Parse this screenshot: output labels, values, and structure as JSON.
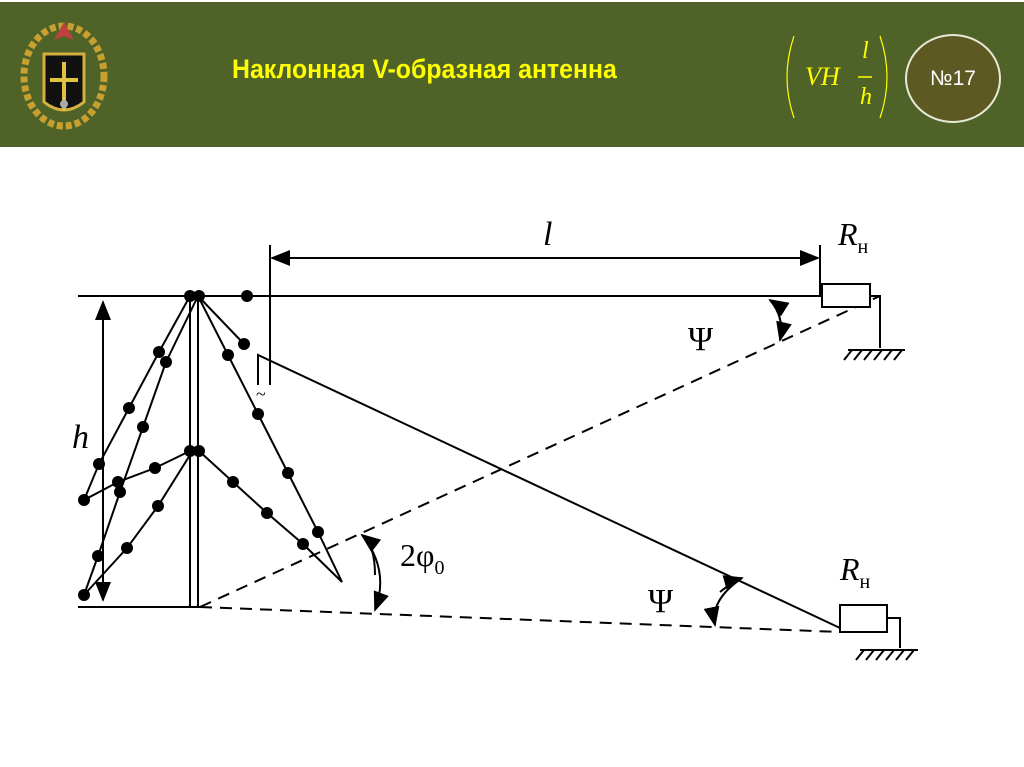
{
  "header": {
    "title": "Наклонная V-образная антенна",
    "formula": {
      "prefix": "VH",
      "numerator": "l",
      "denominator": "h"
    },
    "badge": "№17",
    "emblem": "military-emblem"
  },
  "diagram": {
    "label_l": "l",
    "label_h": "h",
    "label_rn_top": "R",
    "label_rn_top_sub": "н",
    "label_rn_bottom": "R",
    "label_rn_bottom_sub": "н",
    "label_psi_top": "Ψ",
    "label_psi_bottom": "Ψ",
    "label_angle": "2φ",
    "label_angle_sub": "0",
    "feed_symbol": "~"
  },
  "colors": {
    "header_bg": "#4f6228",
    "title": "#ffff00"
  }
}
